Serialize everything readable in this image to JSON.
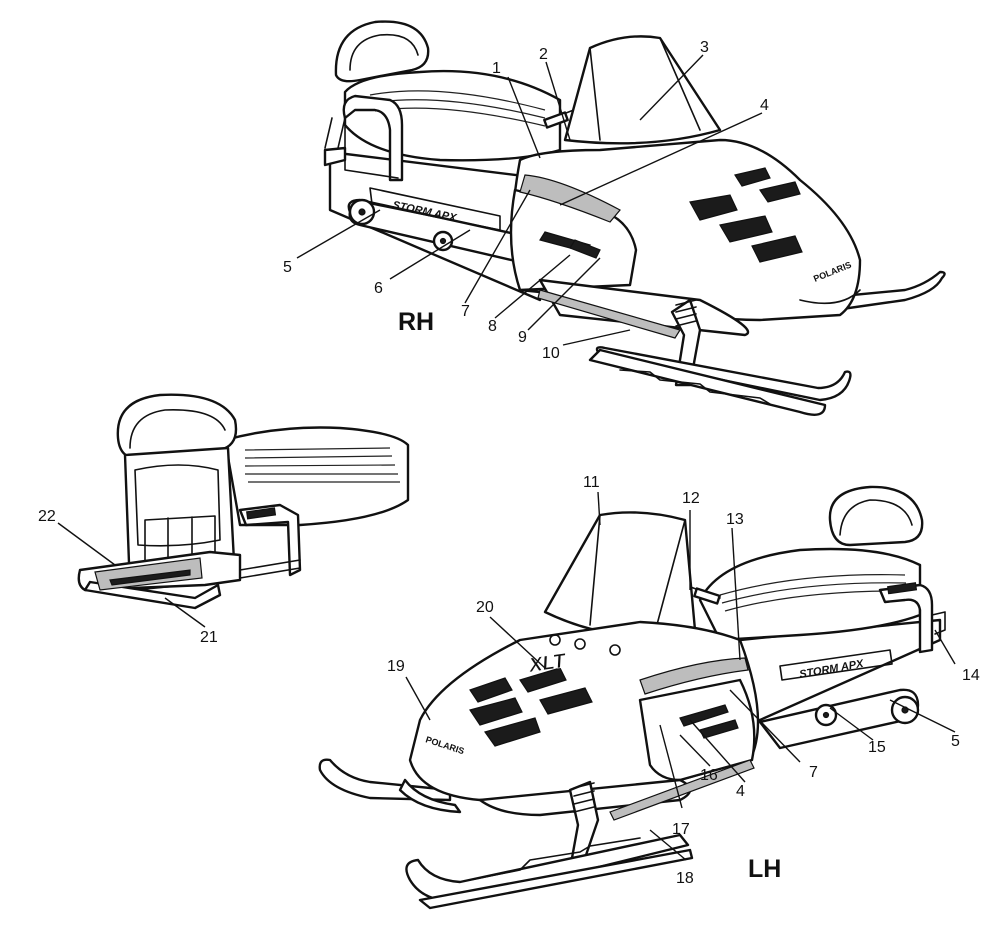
{
  "labels": {
    "rh": "RH",
    "lh": "LH"
  },
  "callouts": [
    {
      "id": "c1",
      "text": "1"
    },
    {
      "id": "c2",
      "text": "2"
    },
    {
      "id": "c3",
      "text": "3"
    },
    {
      "id": "c4a",
      "text": "4"
    },
    {
      "id": "c5a",
      "text": "5"
    },
    {
      "id": "c6",
      "text": "6"
    },
    {
      "id": "c7a",
      "text": "7"
    },
    {
      "id": "c8",
      "text": "8"
    },
    {
      "id": "c9",
      "text": "9"
    },
    {
      "id": "c10",
      "text": "10"
    },
    {
      "id": "c11",
      "text": "11"
    },
    {
      "id": "c12",
      "text": "12"
    },
    {
      "id": "c13",
      "text": "13"
    },
    {
      "id": "c14",
      "text": "14"
    },
    {
      "id": "c15",
      "text": "15"
    },
    {
      "id": "c5b",
      "text": "5"
    },
    {
      "id": "c4b",
      "text": "4"
    },
    {
      "id": "c7b",
      "text": "7"
    },
    {
      "id": "c16",
      "text": "16"
    },
    {
      "id": "c17",
      "text": "17"
    },
    {
      "id": "c18",
      "text": "18"
    },
    {
      "id": "c19",
      "text": "19"
    },
    {
      "id": "c20",
      "text": "20"
    },
    {
      "id": "c21",
      "text": "21"
    },
    {
      "id": "c22",
      "text": "22"
    }
  ],
  "decals": {
    "rh_side": "STORM APX",
    "lh_side": "STORM APX",
    "hood_model": "XLT",
    "rh_brand": "POLARIS",
    "lh_brand": "POLARIS"
  }
}
